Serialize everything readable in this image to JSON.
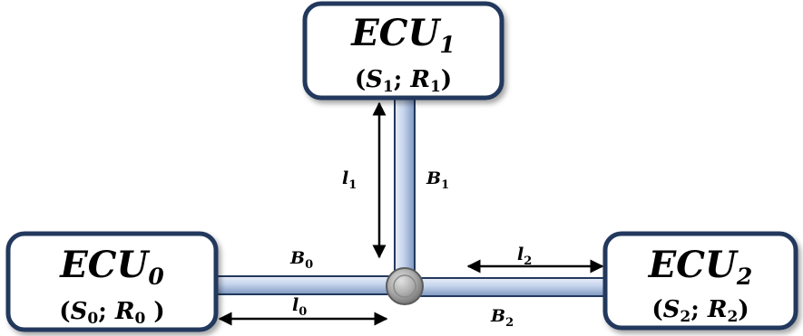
{
  "nodes": {
    "ecu0": {
      "name": "ECU",
      "index": "0",
      "params_open": "(",
      "s": "S",
      "s_index": "0",
      "sep": "; ",
      "r": "R",
      "r_index": "0",
      "params_close": " )"
    },
    "ecu1": {
      "name": "ECU",
      "index": "1",
      "params_open": "(",
      "s": "S",
      "s_index": "1",
      "sep": "; ",
      "r": "R",
      "r_index": "1",
      "params_close": ")"
    },
    "ecu2": {
      "name": "ECU",
      "index": "2",
      "params_open": "(",
      "s": "S",
      "s_index": "2",
      "sep": "; ",
      "r": "R",
      "r_index": "2",
      "params_close": ")"
    }
  },
  "buses": {
    "b0": {
      "name": "B",
      "index": "0"
    },
    "b1": {
      "name": "B",
      "index": "1"
    },
    "b2": {
      "name": "B",
      "index": "2"
    }
  },
  "lengths": {
    "l0": {
      "name": "l",
      "index": "0"
    },
    "l1": {
      "name": "l",
      "index": "1"
    },
    "l2": {
      "name": "l",
      "index": "2"
    }
  },
  "colors": {
    "box_border": "#23395d",
    "bus_fill": "#b3c6e5",
    "bus_stroke": "#23395d",
    "hub_fill": "#b4b4b4"
  }
}
